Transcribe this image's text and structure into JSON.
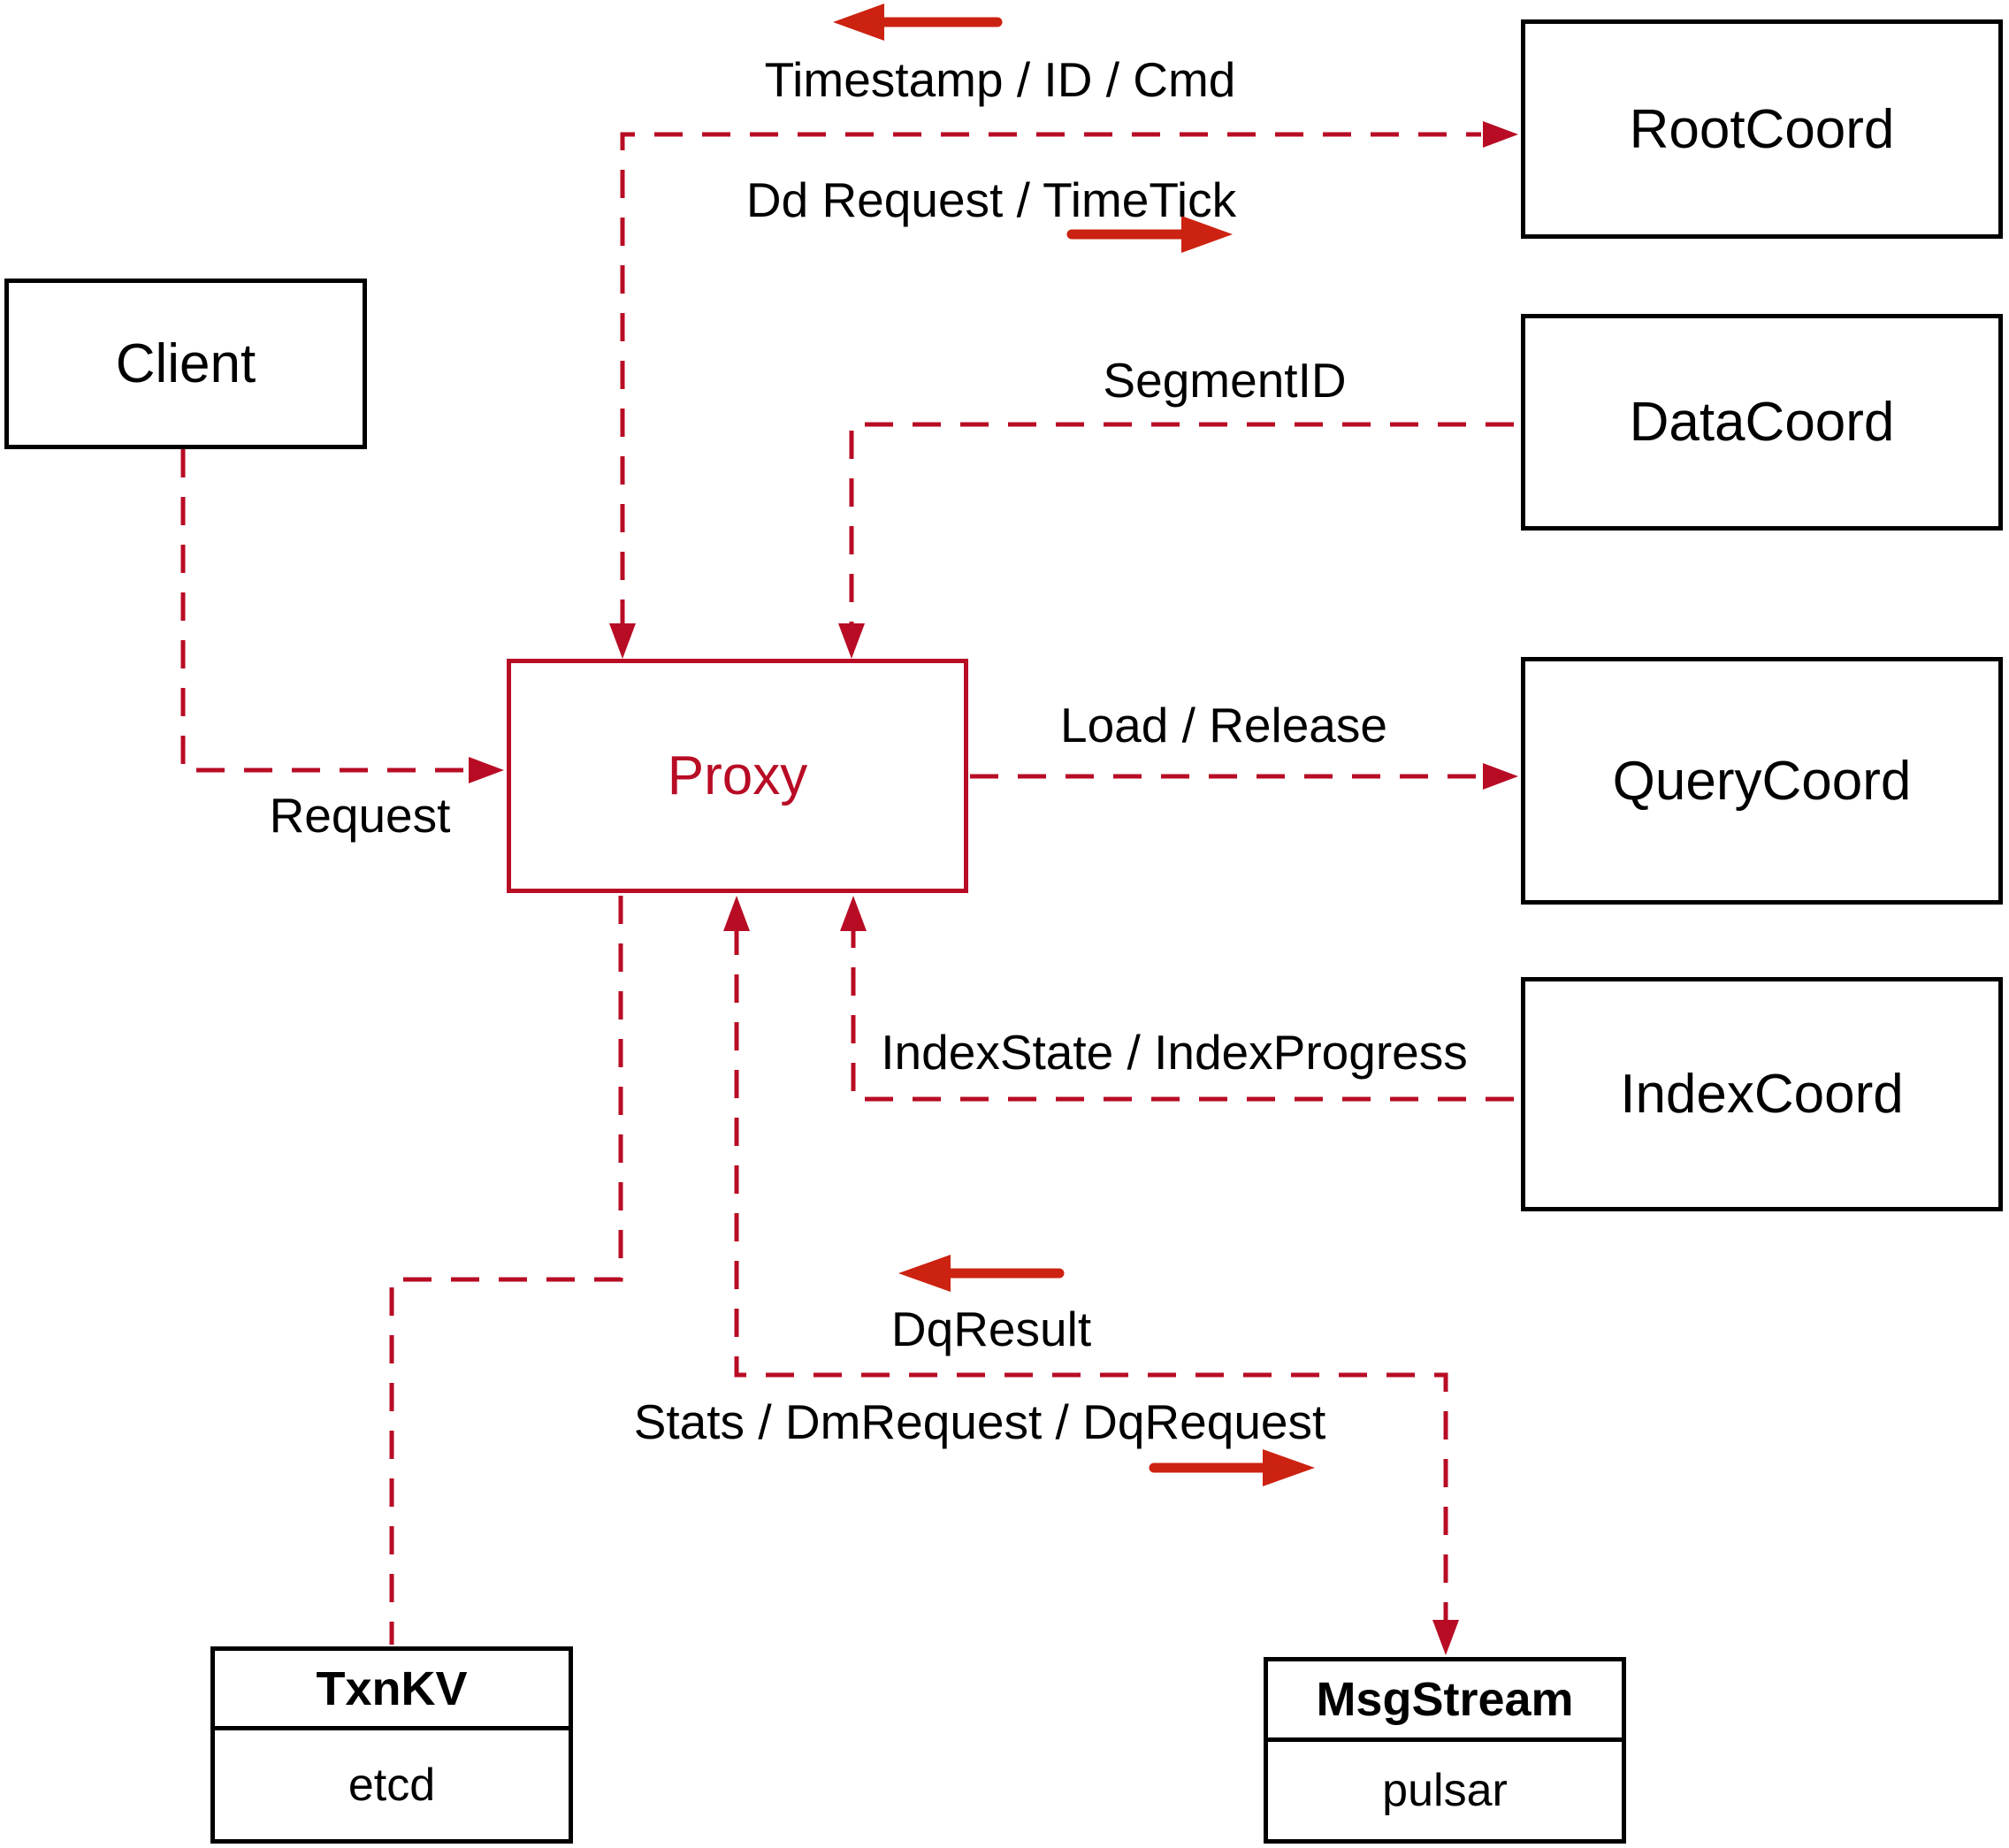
{
  "diagram": {
    "colors": {
      "dashed_line": "#b80c25",
      "solid_arrow": "#cc2211",
      "node_border": "#000000",
      "proxy_accent": "#b80c25",
      "background": "#ffffff",
      "text": "#000000"
    },
    "nodes": {
      "client": {
        "label": "Client"
      },
      "proxy": {
        "label": "Proxy"
      },
      "root_coord": {
        "label": "RootCoord"
      },
      "data_coord": {
        "label": "DataCoord"
      },
      "query_coord": {
        "label": "QueryCoord"
      },
      "index_coord": {
        "label": "IndexCoord"
      },
      "txn_kv": {
        "title": "TxnKV",
        "impl": "etcd"
      },
      "msg_stream": {
        "title": "MsgStream",
        "impl": "pulsar"
      }
    },
    "edge_labels": {
      "timestamp_id_cmd": "Timestamp / ID / Cmd",
      "dd_request_timetick": "Dd Request / TimeTick",
      "segment_id": "SegmentID",
      "request": "Request",
      "load_release": "Load / Release",
      "index_state_progress": "IndexState / IndexProgress",
      "dq_result": "DqResult",
      "stats_dm_dq": "Stats / DmRequest / DqRequest"
    }
  }
}
